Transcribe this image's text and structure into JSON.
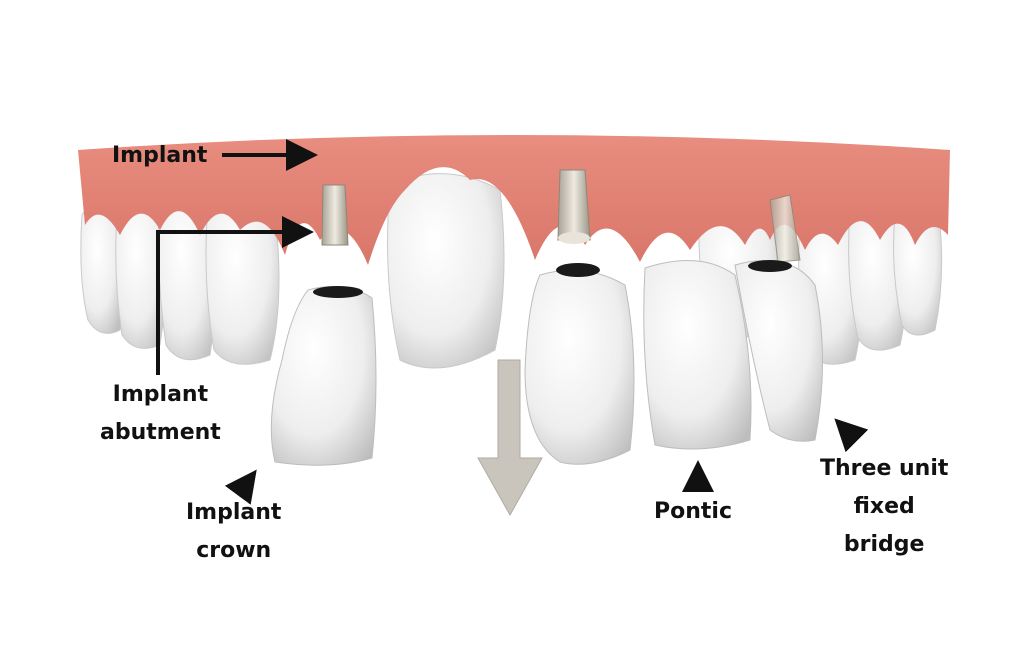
{
  "labels": {
    "implant": "Implant",
    "abutment": [
      "Implant",
      "abutment"
    ],
    "crown": [
      "Implant",
      "crown"
    ],
    "pontic": "Pontic",
    "bridge": [
      "Three unit",
      "fixed",
      "bridge"
    ]
  },
  "colors": {
    "gum": "#e0897b",
    "gum_dark": "#c8685c",
    "tooth": "#f2f2f2",
    "tooth_shade": "#cfcfcf",
    "metal": "#d6d1c2",
    "arrow": "#111111",
    "direction_arrow": "#c9c5bd"
  }
}
